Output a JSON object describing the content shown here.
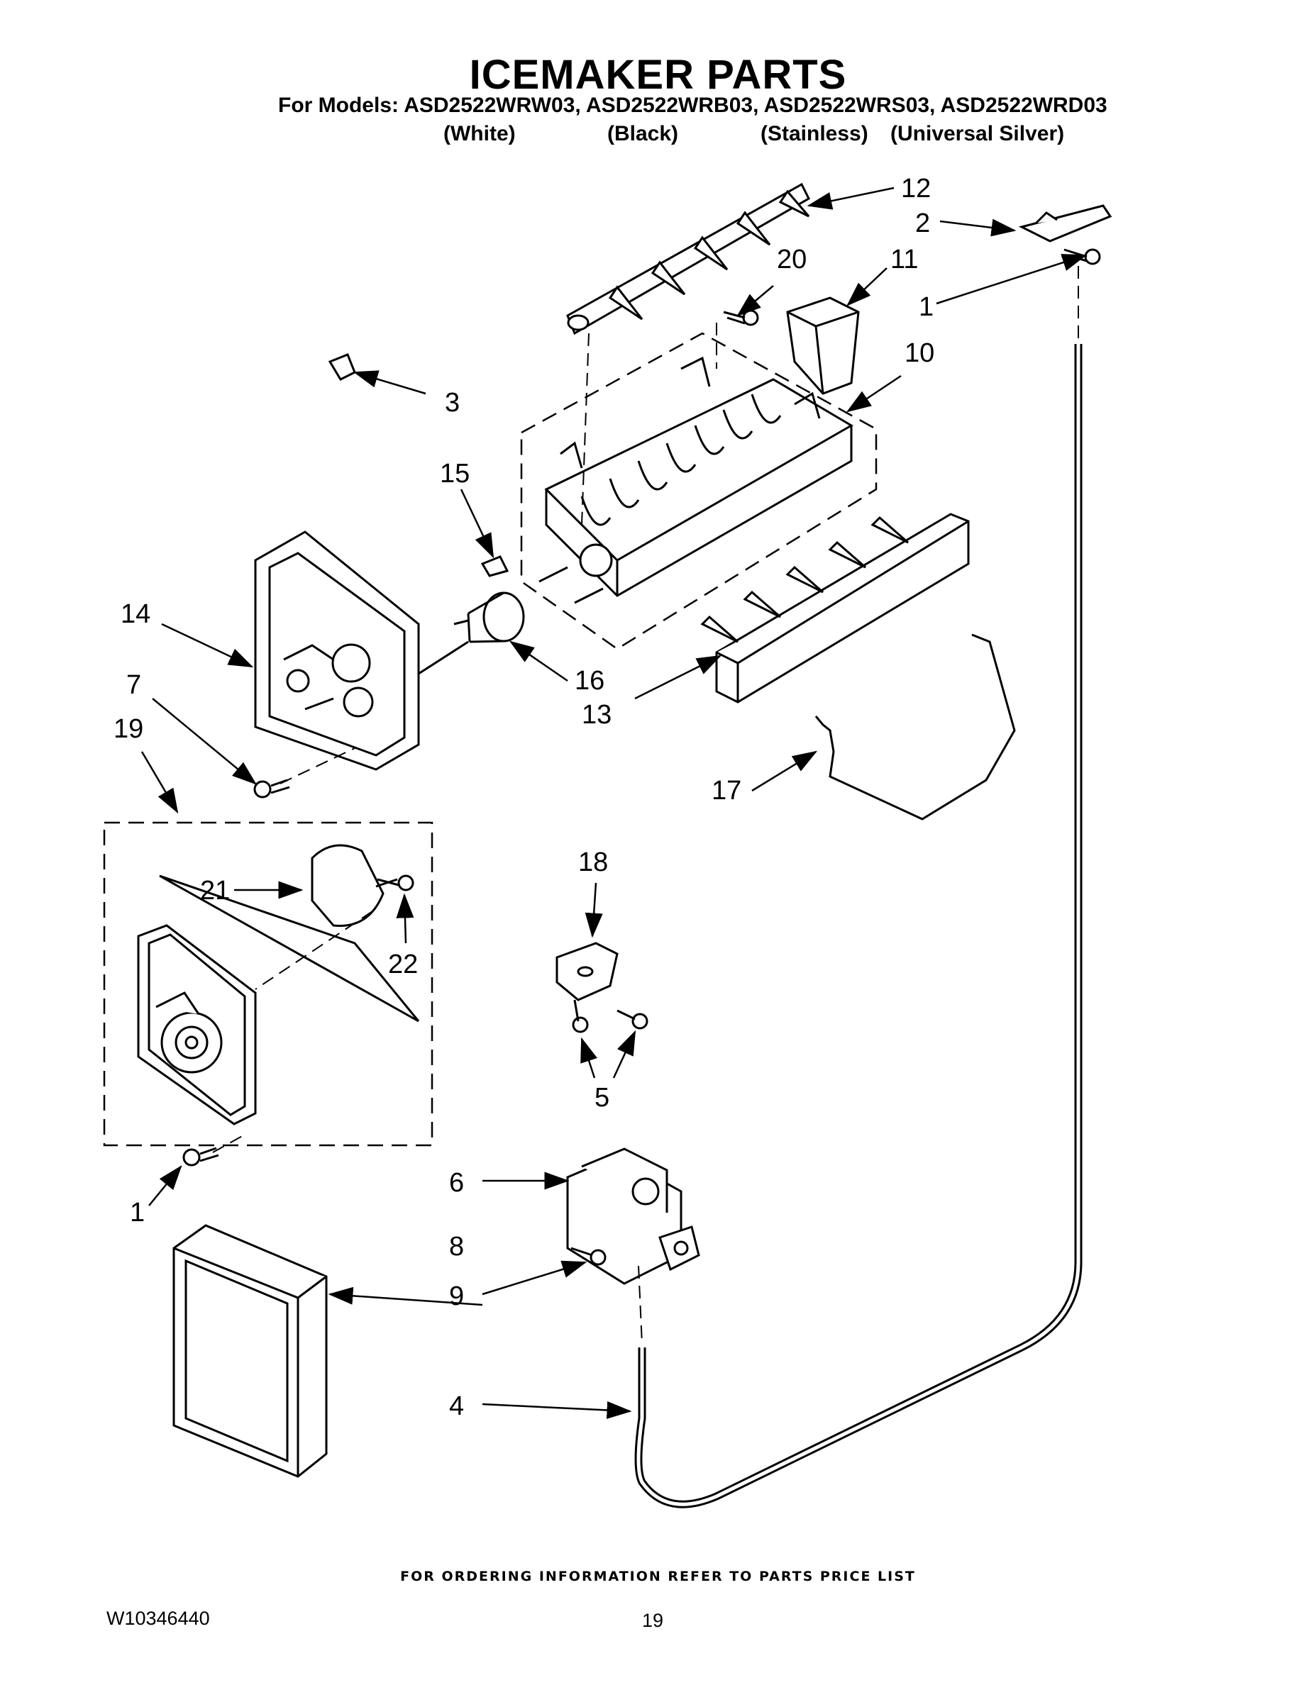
{
  "header": {
    "title": "ICEMAKER PARTS",
    "models_line": "For Models: ASD2522WRW03, ASD2522WRB03, ASD2522WRS03, ASD2522WRD03",
    "variants": [
      "(White)",
      "(Black)",
      "(Stainless)",
      "(Universal Silver)"
    ]
  },
  "callouts": [
    "12",
    "2",
    "20",
    "11",
    "1",
    "3",
    "10",
    "15",
    "14",
    "7",
    "19",
    "16",
    "13",
    "17",
    "21",
    "22",
    "18",
    "5",
    "1",
    "6",
    "8",
    "9",
    "4"
  ],
  "footer": {
    "ordering_note": "FOR ORDERING INFORMATION REFER TO PARTS PRICE LIST",
    "doc_number": "W10346440",
    "page_number": "19"
  }
}
